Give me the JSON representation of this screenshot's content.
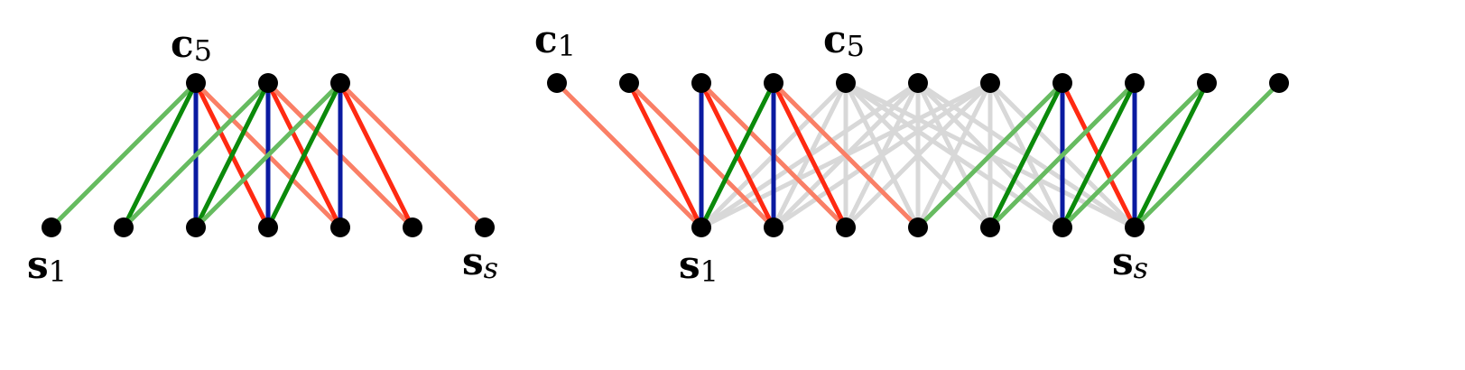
{
  "colors": {
    "red_strong": "#ff2a12",
    "red_light": "#fa7f66",
    "green_strong": "#0b8a0b",
    "green_light": "#66bb60",
    "blue": "#0a1aa0",
    "gray": "#d8d8d8",
    "node": "#000000"
  },
  "left_diagram": {
    "labels": {
      "c5": {
        "base": "c",
        "sub": "5"
      },
      "s1": {
        "base": "s",
        "sub": "1"
      },
      "ss": {
        "base": "s",
        "sub": "s"
      }
    }
  },
  "right_diagram": {
    "labels": {
      "c1": {
        "base": "c",
        "sub": "1"
      },
      "c5": {
        "base": "c",
        "sub": "5"
      },
      "s1": {
        "base": "s",
        "sub": "1"
      },
      "ss": {
        "base": "s",
        "sub": "s"
      }
    }
  }
}
